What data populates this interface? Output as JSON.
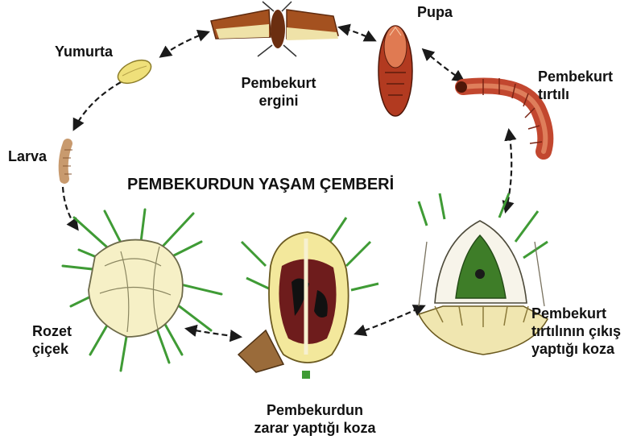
{
  "title": "PEMBEKURDUN YAŞAM ÇEMBERİ",
  "stages": {
    "pupa": "Pupa",
    "adult": [
      "Pembekurt",
      "ergini"
    ],
    "egg": "Yumurta",
    "larva": "Larva",
    "caterpillar": [
      "Pembekurt",
      "tırtılı"
    ],
    "rosette": [
      "Rozet",
      "çiçek"
    ],
    "damaged_boll": [
      "Pembekurdun",
      "zarar yaptığı koza"
    ],
    "exit_boll": [
      "Pembekurt",
      "tırtılının çıkış",
      "yaptığı koza"
    ]
  },
  "colors": {
    "arrow": "#1a1a1a",
    "leaf_green": "#3f9b35",
    "flower_cream": "#f6f0c6",
    "caterpillar_red": "#c2472f",
    "moth_brown": "#8a3d18",
    "boll_dark": "#5a1818"
  }
}
